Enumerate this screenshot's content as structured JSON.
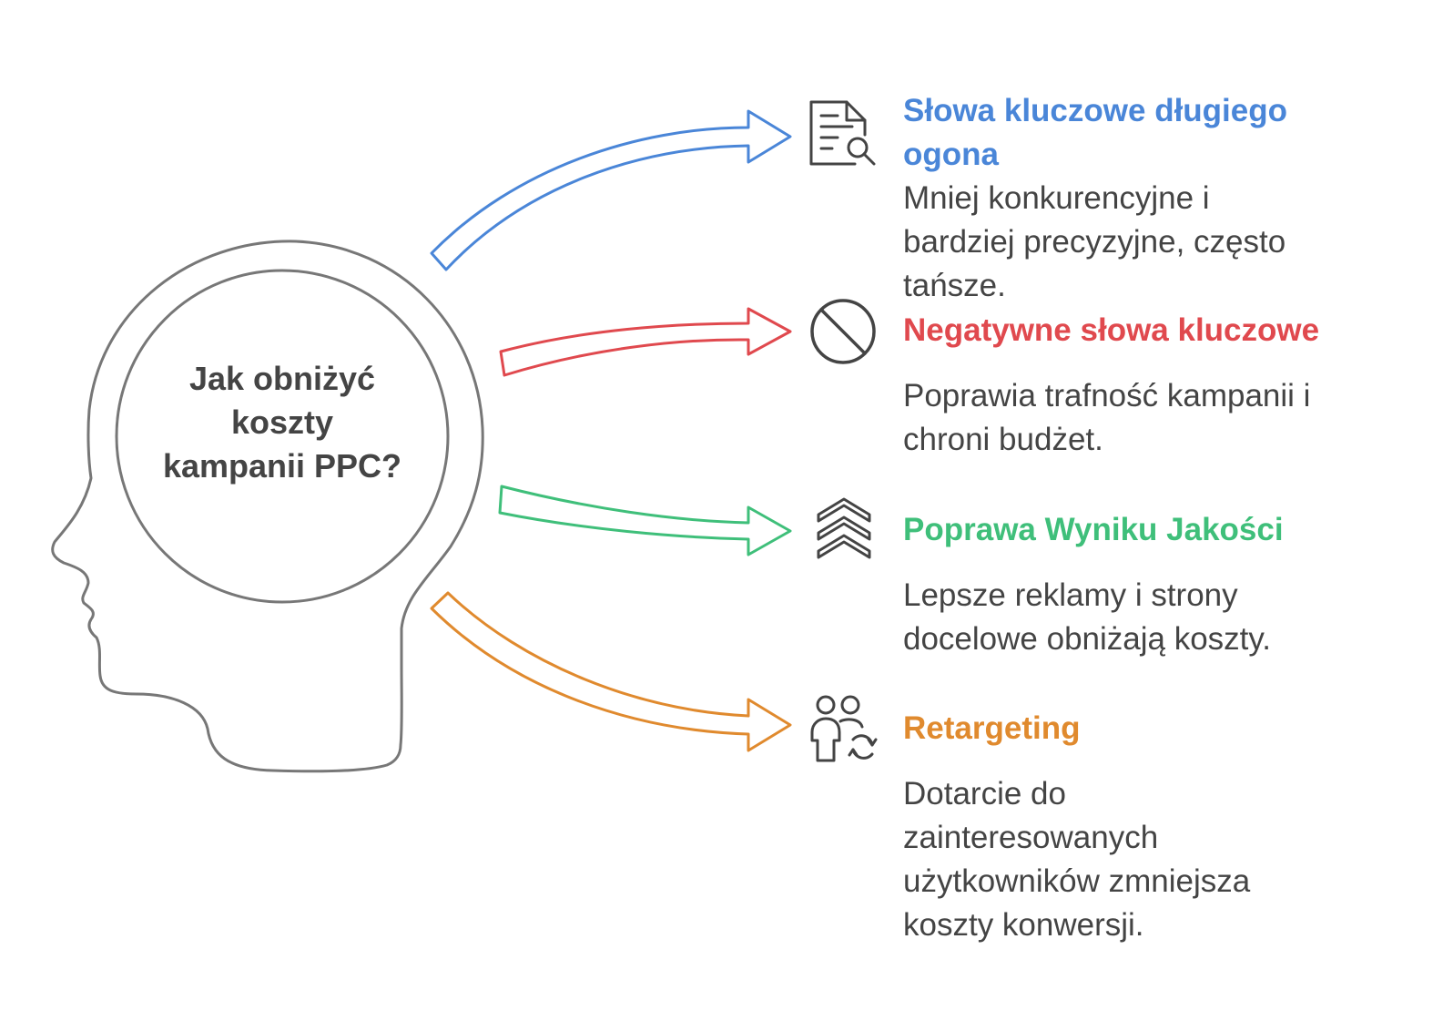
{
  "center": {
    "lines": [
      "Jak obniżyć",
      "koszty",
      "kampanii PPC?"
    ]
  },
  "items": [
    {
      "title_lines": [
        "Słowa kluczowe długiego",
        "ogona"
      ],
      "desc_lines": [
        "Mniej konkurencyjne i",
        "bardziej precyzyjne, często",
        "tańsze."
      ],
      "color": "#4a86d8",
      "icon": "document-search-icon"
    },
    {
      "title_lines": [
        "Negatywne słowa kluczowe"
      ],
      "desc_lines": [
        "Poprawia trafność kampanii i",
        "chroni budżet."
      ],
      "color": "#e0494e",
      "icon": "block-icon"
    },
    {
      "title_lines": [
        "Poprawa Wyniku Jakości"
      ],
      "desc_lines": [
        "Lepsze reklamy i strony",
        "docelowe obniżają koszty."
      ],
      "color": "#3fbf7a",
      "icon": "chevrons-up-icon"
    },
    {
      "title_lines": [
        "Retargeting"
      ],
      "desc_lines": [
        "Dotarcie do",
        "zainteresowanych",
        "użytkowników zmniejsza",
        "koszty konwersji."
      ],
      "color": "#e08a2e",
      "icon": "users-refresh-icon"
    }
  ]
}
